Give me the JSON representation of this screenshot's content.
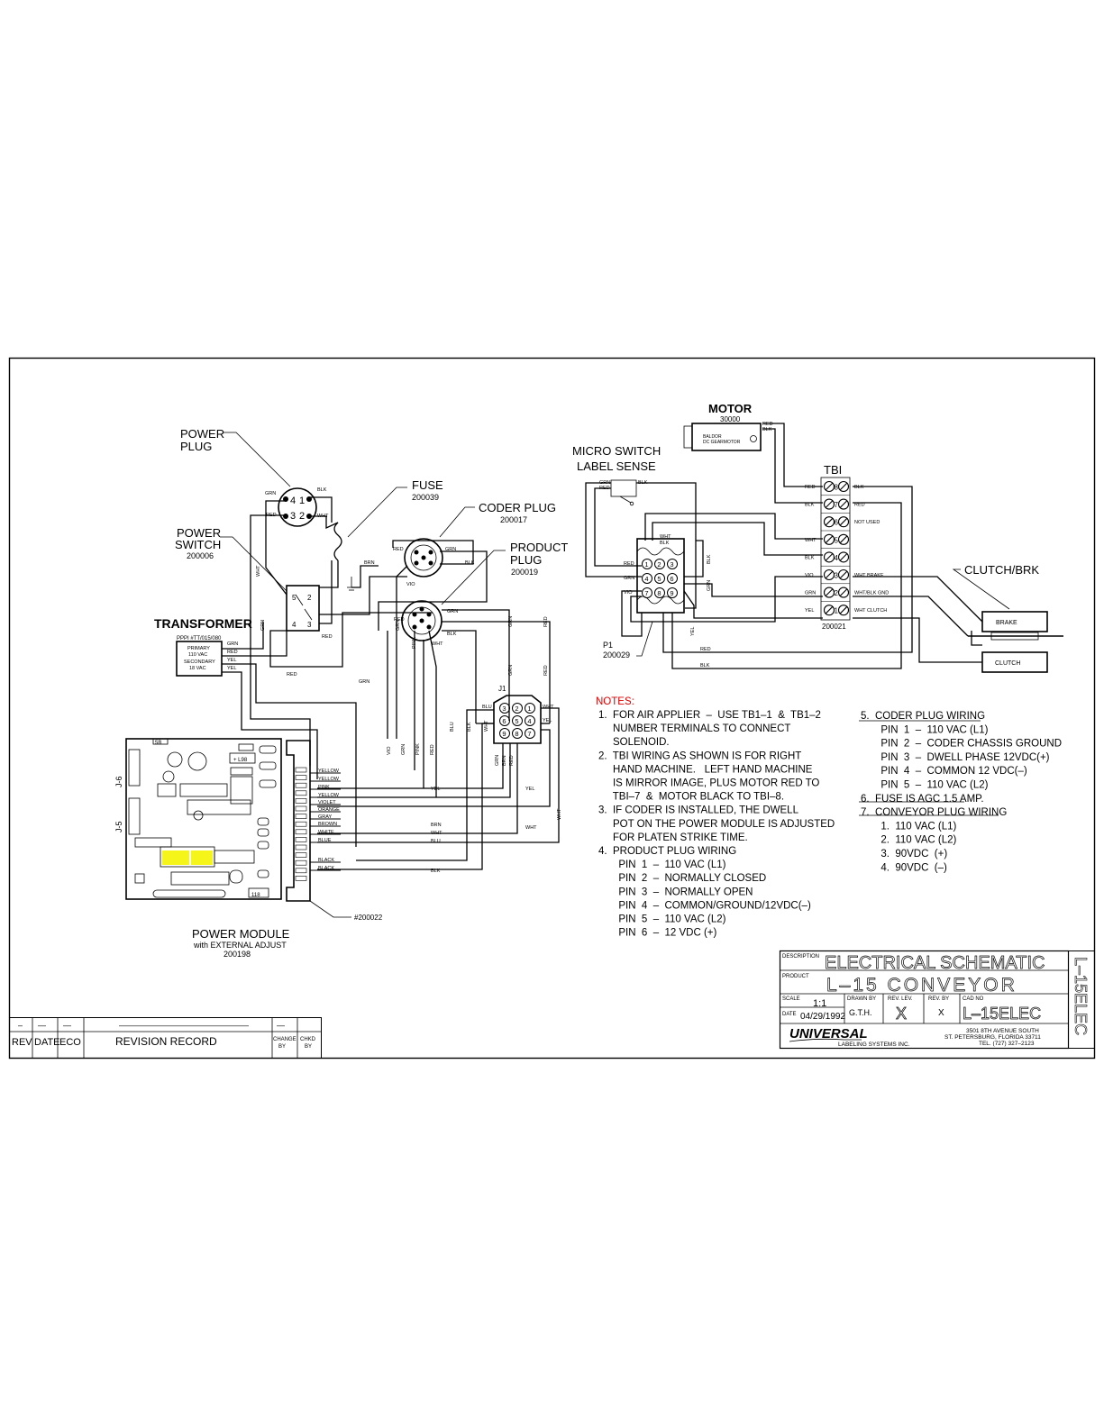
{
  "labels": {
    "power_plug": [
      "POWER",
      "PLUG"
    ],
    "fuse": "FUSE",
    "fuse_pn": "200039",
    "coder_plug": "CODER PLUG",
    "coder_plug_pn": "200017",
    "product_plug": [
      "PRODUCT",
      "PLUG"
    ],
    "product_plug_pn": "200019",
    "power_switch": [
      "POWER",
      "SWITCH"
    ],
    "power_switch_pn": "200006",
    "transformer": "TRANSFORMER",
    "transformer_pn": "PPPI #TT/015/080",
    "transformer_text": [
      "PRIMARY",
      "110 VAC",
      "SECONDARY",
      "18 VAC"
    ],
    "motor": "MOTOR",
    "motor_pn": "30000",
    "motor_text": [
      "BALDOR",
      "DC GEARMOTOR"
    ],
    "micro_switch": [
      "MICRO SWITCH",
      "LABEL SENSE"
    ],
    "tbi": "TBI",
    "tbi_pn": "200021",
    "clutch_brk": "CLUTCH/BRK",
    "brake": "BRAKE",
    "clutch": "CLUTCH",
    "p1": "P1",
    "p1_pn": "200029",
    "j1": "J1",
    "power_module": "POWER MODULE",
    "power_module_sub": "with EXTERNAL ADJUST",
    "power_module_pn": "200198",
    "connector_pn": "#200022",
    "j6": "J-6",
    "j5": "J-5"
  },
  "wires": {
    "grn": "GRN",
    "blk": "BLK",
    "red": "RED",
    "wht": "WHT",
    "yel": "YEL",
    "vio": "VIO",
    "pink": "PINK",
    "brn": "BRN",
    "blu": "BLU",
    "wht_brake": "WHT BRAKE",
    "wht_blk_gnd": "WHT/BLK GND",
    "wht_clutch": "WHT CLUTCH",
    "not_used": "NOT USED",
    "module_wires": [
      "YELLOW",
      "YELLOW",
      "PINK",
      "YELLOW",
      "VIOLET",
      "ORANGE",
      "GRAY",
      "BROWN",
      "WHITE",
      "BLUE",
      "BLACK",
      "BLACK"
    ]
  },
  "tbi_terminals": [
    "8",
    "7",
    "6",
    "5",
    "4",
    "3",
    "2",
    "1"
  ],
  "tbi_wires_left": [
    "RED",
    "BLK",
    "",
    "WHT",
    "BLK",
    "VIO",
    "GRN",
    "YEL"
  ],
  "tbi_wires_right": [
    "BLK",
    "RED",
    "NOT USED",
    "",
    "",
    "WHT BRAKE",
    "WHT/BLK GND",
    "WHT CLUTCH"
  ],
  "p1_pins": [
    "1",
    "2",
    "3",
    "4",
    "5",
    "6",
    "7",
    "8",
    "9"
  ],
  "j1_pins": [
    "3",
    "2",
    "1",
    "6",
    "5",
    "4",
    "9",
    "8",
    "7"
  ],
  "notes": {
    "heading": "NOTES:",
    "left": [
      "1.  FOR AIR APPLIER  –  USE TB1–1  &  TB1–2",
      "     NUMBER TERMINALS TO CONNECT",
      "     SOLENOID.",
      "2.  TBI WIRING AS SHOWN IS FOR RIGHT",
      "     HAND MACHINE.   LEFT HAND MACHINE",
      "     IS MIRROR IMAGE, PLUS MOTOR RED TO",
      "     TBI–7  &  MOTOR BLACK TO TBI–8.",
      "3.  IF CODER IS INSTALLED, THE DWELL",
      "     POT ON THE POWER MODULE IS ADJUSTED",
      "     FOR PLATEN STRIKE TIME.",
      "4.  PRODUCT PLUG WIRING",
      "       PIN  1  –  110 VAC (L1)",
      "       PIN  2  –  NORMALLY CLOSED",
      "       PIN  3  –  NORMALLY OPEN",
      "       PIN  4  –  COMMON/GROUND/12VDC(–)",
      "       PIN  5  –  110 VAC (L2)",
      "       PIN  6  –  12 VDC (+)"
    ],
    "right": [
      "5.  CODER PLUG WIRING",
      "       PIN  1  –  110 VAC (L1)",
      "       PIN  2  –  CODER CHASSIS GROUND",
      "       PIN  3  –  DWELL PHASE 12VDC(+)",
      "       PIN  4  –  COMMON 12 VDC(–)",
      "       PIN  5  –  110 VAC (L2)",
      "6.  FUSE IS AGC 1.5 AMP.",
      "7.  CONVEYOR PLUG WIRING",
      "       1.  110 VAC (L1)",
      "       2.  110 VAC (L2)",
      "       3.  90VDC  (+)",
      "       4.  90VDC  (–)"
    ]
  },
  "title_block": {
    "description_label": "DESCRIPTION",
    "description": "ELECTRICAL  SCHEMATIC",
    "product_label": "PRODUCT",
    "product": "L–15  CONVEYOR",
    "scale_label": "SCALE",
    "scale": "1:1",
    "date_label": "DATE",
    "date": "04/29/1992",
    "drawn_by_label": "DRAWN BY",
    "drawn_by": "G.T.H.",
    "rev_lev_label": "REV. LEV.",
    "rev_lev": "X",
    "rev_by_label": "REV. BY",
    "rev_by": "X",
    "cad_no_label": "CAD NO",
    "cad_no": "L–15ELEC",
    "side_text": "L–15ELEC",
    "company": "UNIVERSAL",
    "company_sub": "LABELING SYSTEMS INC.",
    "address": [
      "3501 8TH AVENUE SOUTH",
      "ST. PETERSBURG, FLORIDA 33711",
      "TEL. (727) 327–2123"
    ]
  },
  "revision_record": {
    "headers": [
      "REV",
      "DATE",
      "ECO",
      "REVISION  RECORD",
      "CHANGE BY",
      "CHKD BY"
    ],
    "row": [
      "–",
      "—",
      "—",
      "————————————————",
      "—",
      ""
    ]
  }
}
